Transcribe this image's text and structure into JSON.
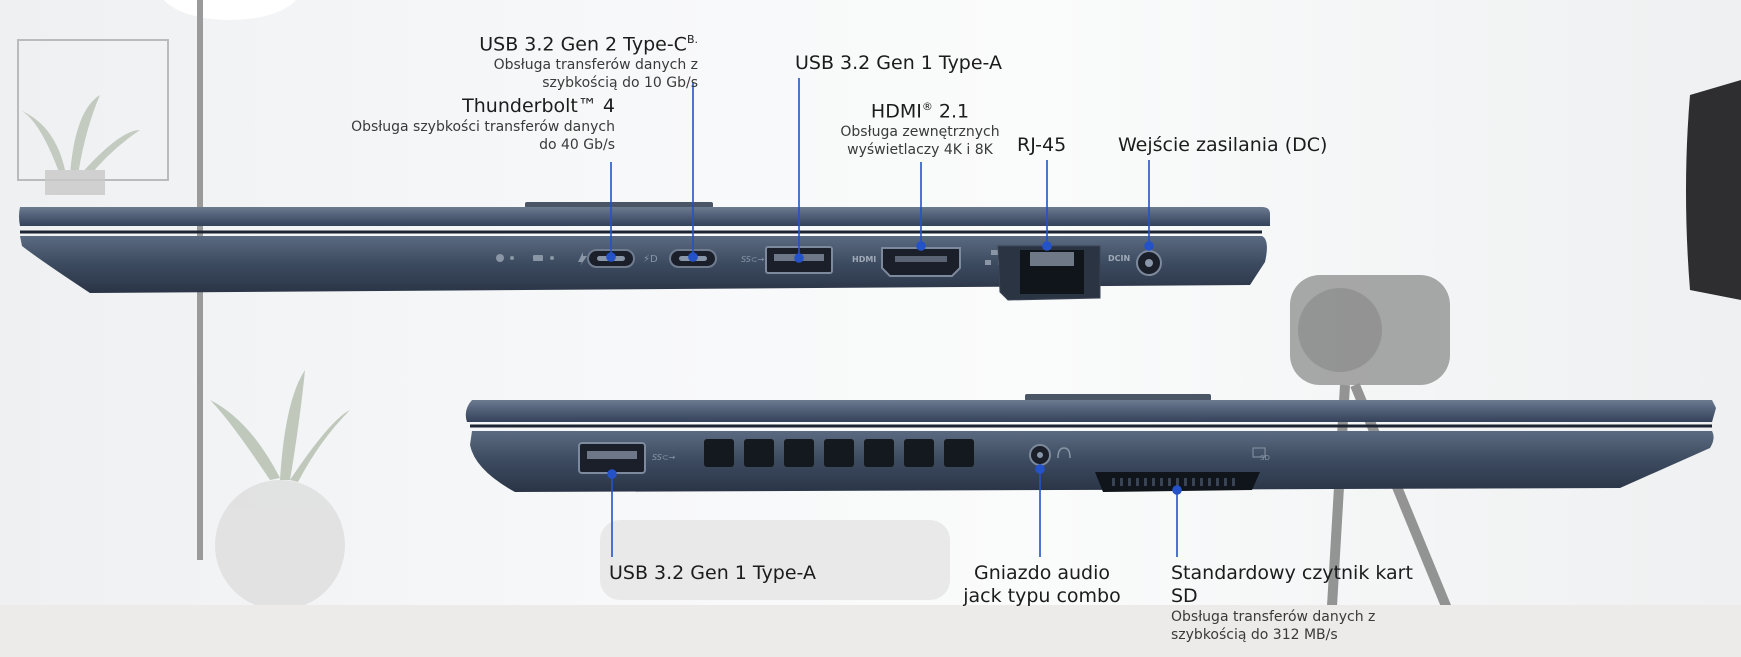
{
  "top_view": {
    "callouts": [
      {
        "id": "usb-c-gen2",
        "title": "USB 3.2 Gen 2 Type-C",
        "title_sup": "B.",
        "sub_lines": [
          "Obsługa transferów danych z",
          "szybkością do 10 Gb/s"
        ]
      },
      {
        "id": "thunderbolt",
        "title": "Thunderbolt™ 4",
        "sub_lines": [
          "Obsługa szybkości transferów danych",
          "do 40 Gb/s"
        ]
      },
      {
        "id": "usb-a-gen1-right",
        "title": "USB 3.2 Gen 1 Type-A"
      },
      {
        "id": "hdmi",
        "title": "HDMI",
        "title_sup": "®",
        "title_suffix": " 2.1",
        "sub_lines": [
          "Obsługa zewnętrznych",
          "wyświetlaczy 4K i 8K"
        ]
      },
      {
        "id": "rj45",
        "title": "RJ-45"
      },
      {
        "id": "dc-in",
        "title": "Wejście zasilania (DC)"
      }
    ],
    "port_markings": {
      "usb_a": "SS⊂→",
      "hdmi": "HDMI",
      "dc": "DCIN"
    }
  },
  "bottom_view": {
    "callouts": [
      {
        "id": "usb-a-gen1-left",
        "title": "USB 3.2 Gen 1 Type-A"
      },
      {
        "id": "audio-jack",
        "title_lines": [
          "Gniazdo audio",
          "jack typu combo"
        ]
      },
      {
        "id": "sd-reader",
        "title_lines": [
          "Standardowy czytnik kart",
          "SD"
        ],
        "sub_lines": [
          "Obsługa transferów danych z",
          "szybkością do 312 MB/s"
        ]
      }
    ],
    "port_markings": {
      "usb_a": "SS⊂→",
      "sd": "SD"
    }
  },
  "colors": {
    "leader_line": "#2452c9",
    "laptop_body": "#3e4f66",
    "laptop_dark": "#2a3446",
    "label_text": "#1c1c1c"
  }
}
